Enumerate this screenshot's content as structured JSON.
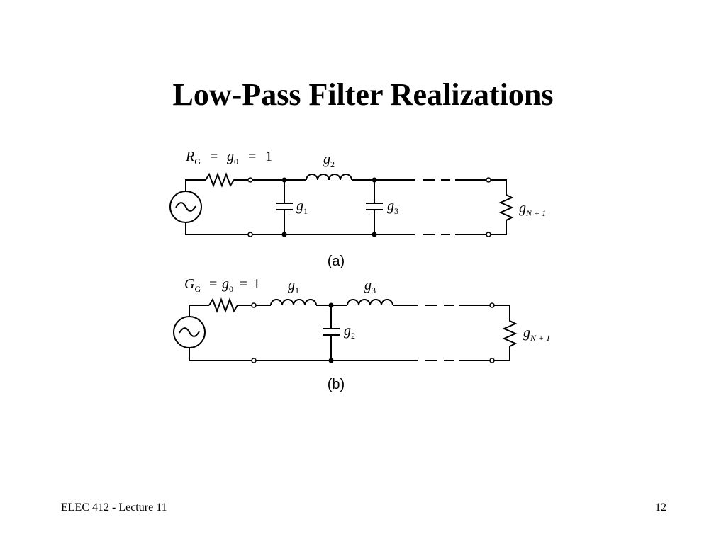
{
  "slide": {
    "title": "Low-Pass Filter Realizations",
    "footer_left": "ELEC 412 - Lecture 11",
    "page_number": "12"
  },
  "circuit_a": {
    "caption": "(a)",
    "source_label": "R",
    "source_sub": "G",
    "source_eq1": "=",
    "source_g": "g",
    "source_g_sub": "0",
    "source_eq2": "=",
    "source_value": "1",
    "inductor_g": "g",
    "inductor_sub": "2",
    "cap1_g": "g",
    "cap1_sub": "1",
    "cap2_g": "g",
    "cap2_sub": "3",
    "load_g": "g",
    "load_sub": "N + 1"
  },
  "circuit_b": {
    "caption": "(b)",
    "source_label": "G",
    "source_sub": "G",
    "source_eq1": "=",
    "source_g": "g",
    "source_g_sub": "0",
    "source_eq2": "=",
    "source_value": "1",
    "ind1_g": "g",
    "ind1_sub": "1",
    "ind2_g": "g",
    "ind2_sub": "3",
    "cap_g": "g",
    "cap_sub": "2",
    "load_g": "g",
    "load_sub": "N + 1"
  }
}
